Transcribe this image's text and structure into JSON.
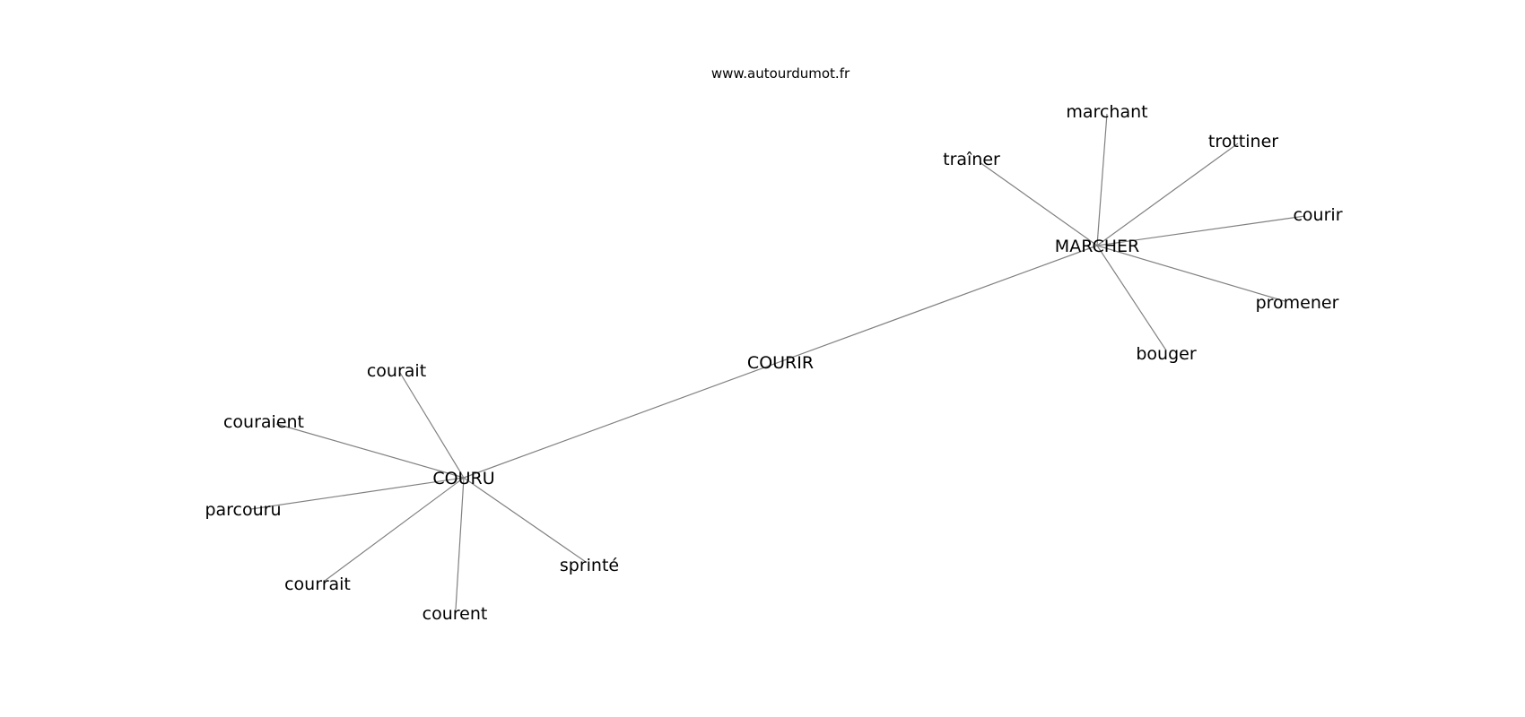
{
  "watermark": "www.autourdumot.fr",
  "nodes": [
    {
      "id": "COURIR",
      "label": "COURIR"
    },
    {
      "id": "MARCHER",
      "label": "MARCHER"
    },
    {
      "id": "COURU",
      "label": "COURU"
    },
    {
      "id": "marchant",
      "label": "marchant"
    },
    {
      "id": "trottiner",
      "label": "trottiner"
    },
    {
      "id": "trainer",
      "label": "traîner"
    },
    {
      "id": "courir",
      "label": "courir"
    },
    {
      "id": "promener",
      "label": "promener"
    },
    {
      "id": "bouger",
      "label": "bouger"
    },
    {
      "id": "courait",
      "label": "courait"
    },
    {
      "id": "couraient",
      "label": "couraient"
    },
    {
      "id": "parcouru",
      "label": "parcouru"
    },
    {
      "id": "courrait",
      "label": "courrait"
    },
    {
      "id": "courent",
      "label": "courent"
    },
    {
      "id": "sprinte",
      "label": "sprinté"
    }
  ],
  "edges": [
    [
      "COURU",
      "MARCHER"
    ],
    [
      "MARCHER",
      "marchant"
    ],
    [
      "MARCHER",
      "trottiner"
    ],
    [
      "MARCHER",
      "trainer"
    ],
    [
      "MARCHER",
      "courir"
    ],
    [
      "MARCHER",
      "promener"
    ],
    [
      "MARCHER",
      "bouger"
    ],
    [
      "COURU",
      "courait"
    ],
    [
      "COURU",
      "couraient"
    ],
    [
      "COURU",
      "parcouru"
    ],
    [
      "COURU",
      "courrait"
    ],
    [
      "COURU",
      "courent"
    ],
    [
      "COURU",
      "sprinte"
    ]
  ]
}
